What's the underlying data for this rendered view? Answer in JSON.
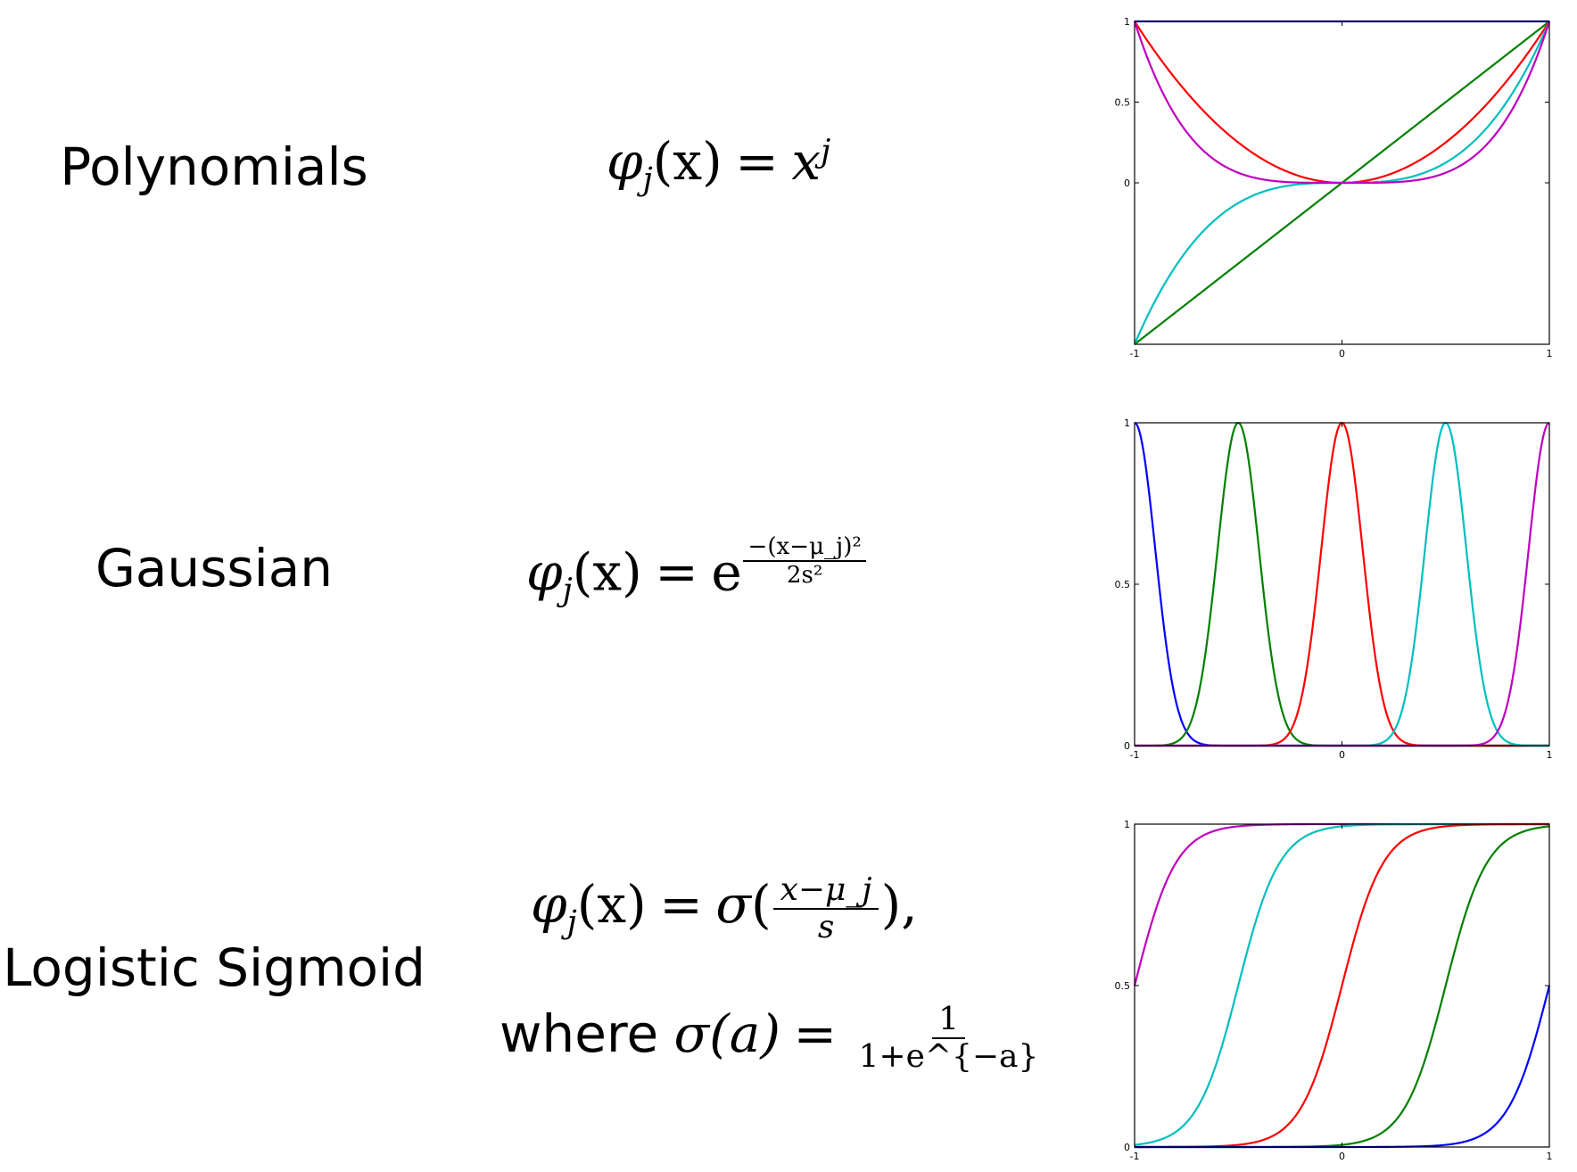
{
  "rows": [
    {
      "name": "Polynomials",
      "formula": {
        "lhs": "φ",
        "lhs_sub": "j",
        "arg": "(x)",
        "eq": "=",
        "base": "x",
        "exp": "j"
      }
    },
    {
      "name": "Gaussian",
      "formula": {
        "lhs": "φ",
        "lhs_sub": "j",
        "arg": "(x)",
        "eq": "=",
        "base": "e",
        "exp_num": "−(x−μ_j)²",
        "exp_den": "2s²"
      }
    },
    {
      "name": "Logistic Sigmoid",
      "formula": {
        "lhs": "φ",
        "lhs_sub": "j",
        "arg": "(x)",
        "eq": "=",
        "sigma": "σ",
        "open": "(",
        "frac_num": "x−μ_j",
        "frac_den": "s",
        "close": "),"
      },
      "where": {
        "word": "where",
        "lhs": "σ(a)",
        "eq": "=",
        "frac_num": "1",
        "frac_den": "1+e^{−a}"
      }
    }
  ],
  "chart_data": [
    {
      "type": "line",
      "name": "polynomials",
      "xlim": [
        -1,
        1
      ],
      "ylim": [
        -1,
        1
      ],
      "xticks": [
        "-1",
        "0",
        "1"
      ],
      "yticks": [
        "0",
        "0.5",
        "1"
      ],
      "ytick_values": [
        0,
        0.5,
        1
      ],
      "function": "power",
      "series": [
        {
          "param": 0,
          "color": "#0000ff"
        },
        {
          "param": 1,
          "color": "#008000"
        },
        {
          "param": 2,
          "color": "#ff0000"
        },
        {
          "param": 3,
          "color": "#00bfbf"
        },
        {
          "param": 4,
          "color": "#bf00bf"
        }
      ]
    },
    {
      "type": "line",
      "name": "gaussian",
      "xlim": [
        -1,
        1
      ],
      "ylim": [
        0,
        1
      ],
      "xticks": [
        "-1",
        "0",
        "1"
      ],
      "yticks": [
        "0",
        "0.5",
        "1"
      ],
      "ytick_values": [
        0,
        0.5,
        1
      ],
      "function": "gaussian",
      "s": 0.1,
      "series": [
        {
          "param": -1.0,
          "color": "#0000ff"
        },
        {
          "param": -0.5,
          "color": "#008000"
        },
        {
          "param": 0.0,
          "color": "#ff0000"
        },
        {
          "param": 0.5,
          "color": "#00bfbf"
        },
        {
          "param": 1.0,
          "color": "#bf00bf"
        }
      ]
    },
    {
      "type": "line",
      "name": "sigmoid",
      "xlim": [
        -1,
        1
      ],
      "ylim": [
        0,
        1
      ],
      "xticks": [
        "-1",
        "0",
        "1"
      ],
      "yticks": [
        "0",
        "0.5",
        "1"
      ],
      "ytick_values": [
        0,
        0.5,
        1
      ],
      "function": "sigmoid",
      "s": 0.1,
      "series": [
        {
          "param": -1.0,
          "color": "#bf00bf"
        },
        {
          "param": -0.5,
          "color": "#00bfbf"
        },
        {
          "param": 0.0,
          "color": "#ff0000"
        },
        {
          "param": 0.5,
          "color": "#008000"
        },
        {
          "param": 1.0,
          "color": "#0000ff"
        }
      ]
    }
  ]
}
